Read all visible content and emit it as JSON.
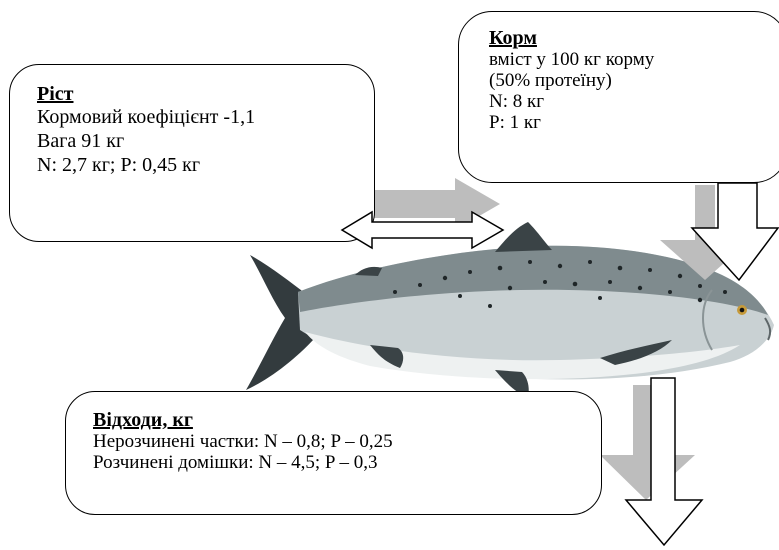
{
  "growth": {
    "title": "Ріст",
    "lines": [
      "Кормовий коефіцієнт -1,1",
      "Вага 91 кг",
      "N:  2,7 кг; P: 0,45 кг"
    ]
  },
  "feed": {
    "title": "Корм",
    "lines": [
      "вміст у 100 кг корму",
      "(50% протеїну)",
      "N:  8 кг",
      "P: 1 кг"
    ]
  },
  "waste": {
    "title": "Відходи, кг",
    "lines": [
      "Нерозчинені частки: N – 0,8;  P – 0,25",
      "Розчинені домішки: N – 4,5;  P – 0,3"
    ]
  },
  "colors": {
    "shadow_arrow": "#bdbdbd",
    "outline": "#000000",
    "fish_body": "#c7ced0",
    "fish_fin": "#3a4346"
  }
}
